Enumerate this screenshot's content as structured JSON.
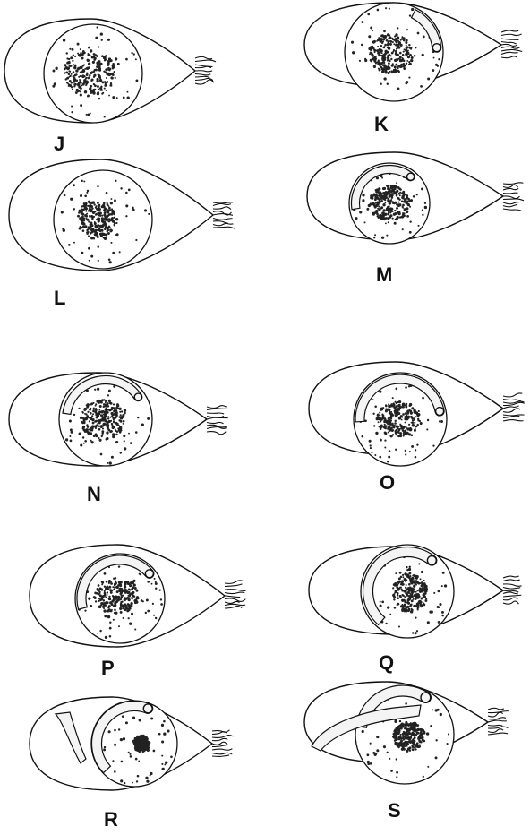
{
  "stages": [
    {
      "label": "J"
    },
    {
      "label": "K"
    },
    {
      "label": "L"
    },
    {
      "label": "M"
    },
    {
      "label": "N"
    },
    {
      "label": "O"
    },
    {
      "label": "P"
    },
    {
      "label": "Q"
    },
    {
      "label": "R"
    },
    {
      "label": "S"
    }
  ]
}
